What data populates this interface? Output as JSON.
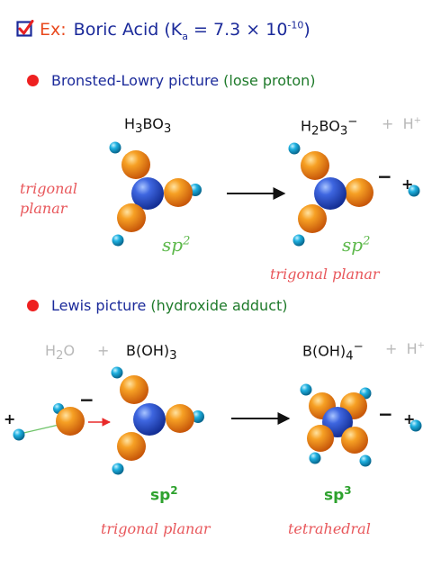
{
  "title": {
    "ex_label": "Ex:",
    "text_prefix": "Boric Acid (K",
    "ka_sub": "a",
    "text_mid": " = 7.3 × 10",
    "exponent": "-10",
    "text_suffix": ")"
  },
  "colors": {
    "title_blue": "#1b2a9a",
    "ex_orange": "#e8491e",
    "section_green": "#1e7a2a",
    "bullet_red": "#ee2020",
    "boron_blue": "#2f4fd0",
    "oxygen_orange": "#f08a12",
    "hydrogen_cyan": "#1aa8d8",
    "handwriting_red": "#e8575b",
    "handwriting_green": "#5cb84a"
  },
  "section1": {
    "label": "Bronsted-Lowry picture",
    "detail": "(lose proton)",
    "reactant": {
      "p1": "H",
      "s1": "3",
      "p2": "BO",
      "s2": "3"
    },
    "product": {
      "p1": "H",
      "s1": "2",
      "p2": "BO",
      "s2": "3",
      "sup": "−"
    },
    "plus": "+",
    "proton": "H",
    "proton_sup": "+",
    "charge": "−",
    "reactant_geometry_1": "trigonal",
    "reactant_geometry_2": "planar",
    "reactant_hybrid": "sp",
    "reactant_hybrid_sup": "2",
    "product_hybrid": "sp",
    "product_hybrid_sup": "2",
    "product_geometry": "trigonal planar"
  },
  "section2": {
    "label": "Lewis picture",
    "detail": "(hydroxide adduct)",
    "water": {
      "p1": "H",
      "s1": "2",
      "p2": "O"
    },
    "plus": "+",
    "reactant": {
      "p1": "B(OH)",
      "s1": "3"
    },
    "product": {
      "p1": "B(OH)",
      "s1": "4",
      "sup": "−"
    },
    "proton": "H",
    "proton_sup": "+",
    "charge": "−",
    "reactant_hybrid": "sp",
    "reactant_hybrid_sup": "2",
    "product_hybrid": "sp",
    "product_hybrid_sup": "3",
    "reactant_geometry": "trigonal planar",
    "product_geometry": "tetrahedral"
  }
}
